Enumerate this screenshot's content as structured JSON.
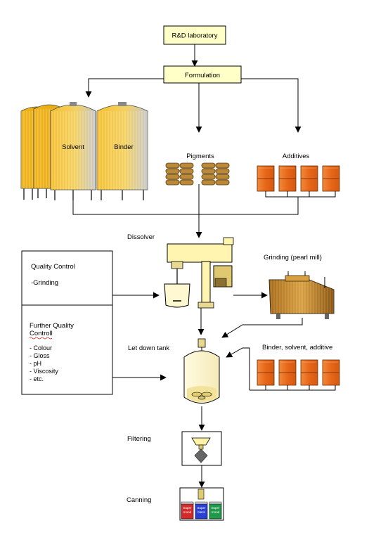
{
  "boxes": {
    "rnd": "R&D laboratory",
    "formulation": "Formulation"
  },
  "labels": {
    "solvent": "Solvent",
    "binder": "Binder",
    "pigments": "Pigments",
    "additives": "Additives",
    "dissolver": "Dissolver",
    "grinding": "Grinding (pearl mill)",
    "let_down_tank": "Let down tank",
    "binder_solvent_additive": "Binder, solvent, additive",
    "filtering": "Filtering",
    "canning": "Canning"
  },
  "quality_panel": {
    "top_title": "Quality Control",
    "top_item": "-Grinding",
    "bottom_title_1": "Further Quality",
    "bottom_title_2": "Controll",
    "items": [
      "- Colour",
      "- Gloss",
      "- pH",
      "- Viscosity",
      "- etc."
    ]
  },
  "cans": [
    {
      "line1": "Super",
      "line2": "mood",
      "color": "#d42a2a"
    },
    {
      "line1": "Super",
      "line2": "black",
      "color": "#2a3fd4"
    },
    {
      "line1": "Super",
      "line2": "mood",
      "color": "#1f9a4a"
    }
  ],
  "colors": {
    "box_fill": "#ffffc8",
    "tank_gold": "#e8b020",
    "drum_orange": "#e86a1a",
    "sack_brown": "#b88a3a",
    "mill_brown": "#c88a2a"
  }
}
